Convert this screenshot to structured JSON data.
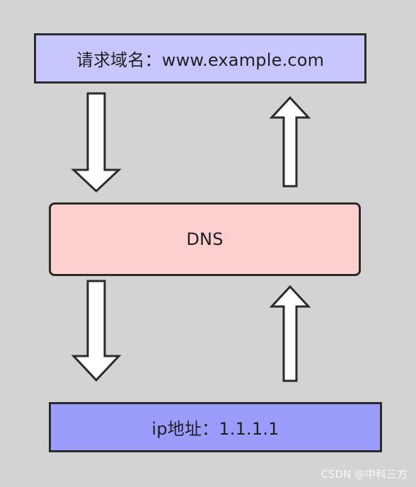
{
  "diagram": {
    "request_box": {
      "label": "请求域名：www.example.com",
      "fill": "#c8c7fd"
    },
    "dns_box": {
      "label": "DNS",
      "fill": "#fdcfcf"
    },
    "result_box": {
      "label": "ip地址：1.1.1.1",
      "fill": "#9c9cfd"
    },
    "arrows": [
      {
        "name": "request-to-dns-arrow",
        "direction": "down"
      },
      {
        "name": "dns-to-request-arrow",
        "direction": "up"
      },
      {
        "name": "dns-to-result-arrow",
        "direction": "down"
      },
      {
        "name": "result-to-dns-arrow",
        "direction": "up"
      }
    ]
  },
  "watermark": {
    "text": "CSDN @中科三方"
  },
  "colors": {
    "background": "#d3d3d3",
    "stroke": "#2b2b2b",
    "arrow_fill": "#ffffff"
  }
}
